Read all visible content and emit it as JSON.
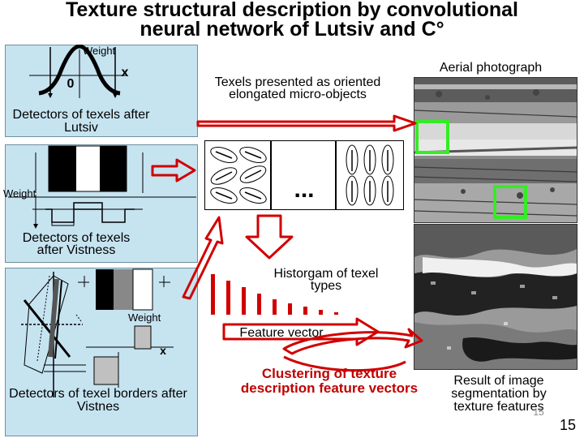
{
  "title_line1": "Texture structural description by convolutional",
  "title_line2": "neural network of Lutsiv and C°",
  "weight_label": "Weight",
  "x_label": "x",
  "zero_label": "0",
  "lutsiv_label": "Detectors of texels after Lutsiv",
  "vistness_label": "Detectors of texels after Vistness",
  "borders_label": "Detectors of texel borders after Vistnes",
  "texels_label": "Texels presented as oriented elongated micro-objects",
  "ellipsis": "...",
  "aerial_label": "Aerial photograph",
  "histogram_label": "Historgam of texel types",
  "feature_vector_label": "Feature vector",
  "clustering_label": "Clustering of texture description feature vectors",
  "result_label": "Result of image segmentation by texture features",
  "page_number": "15",
  "page_number_faint": "15",
  "histogram_data": [
    1.0,
    0.84,
    0.68,
    0.52,
    0.38,
    0.28,
    0.2,
    0.12,
    0.05
  ],
  "colors": {
    "panel": "#c6e3f0",
    "red_arrow": "#d10000",
    "green_marker": "#33ee22",
    "clustering_text": "#c00000"
  }
}
